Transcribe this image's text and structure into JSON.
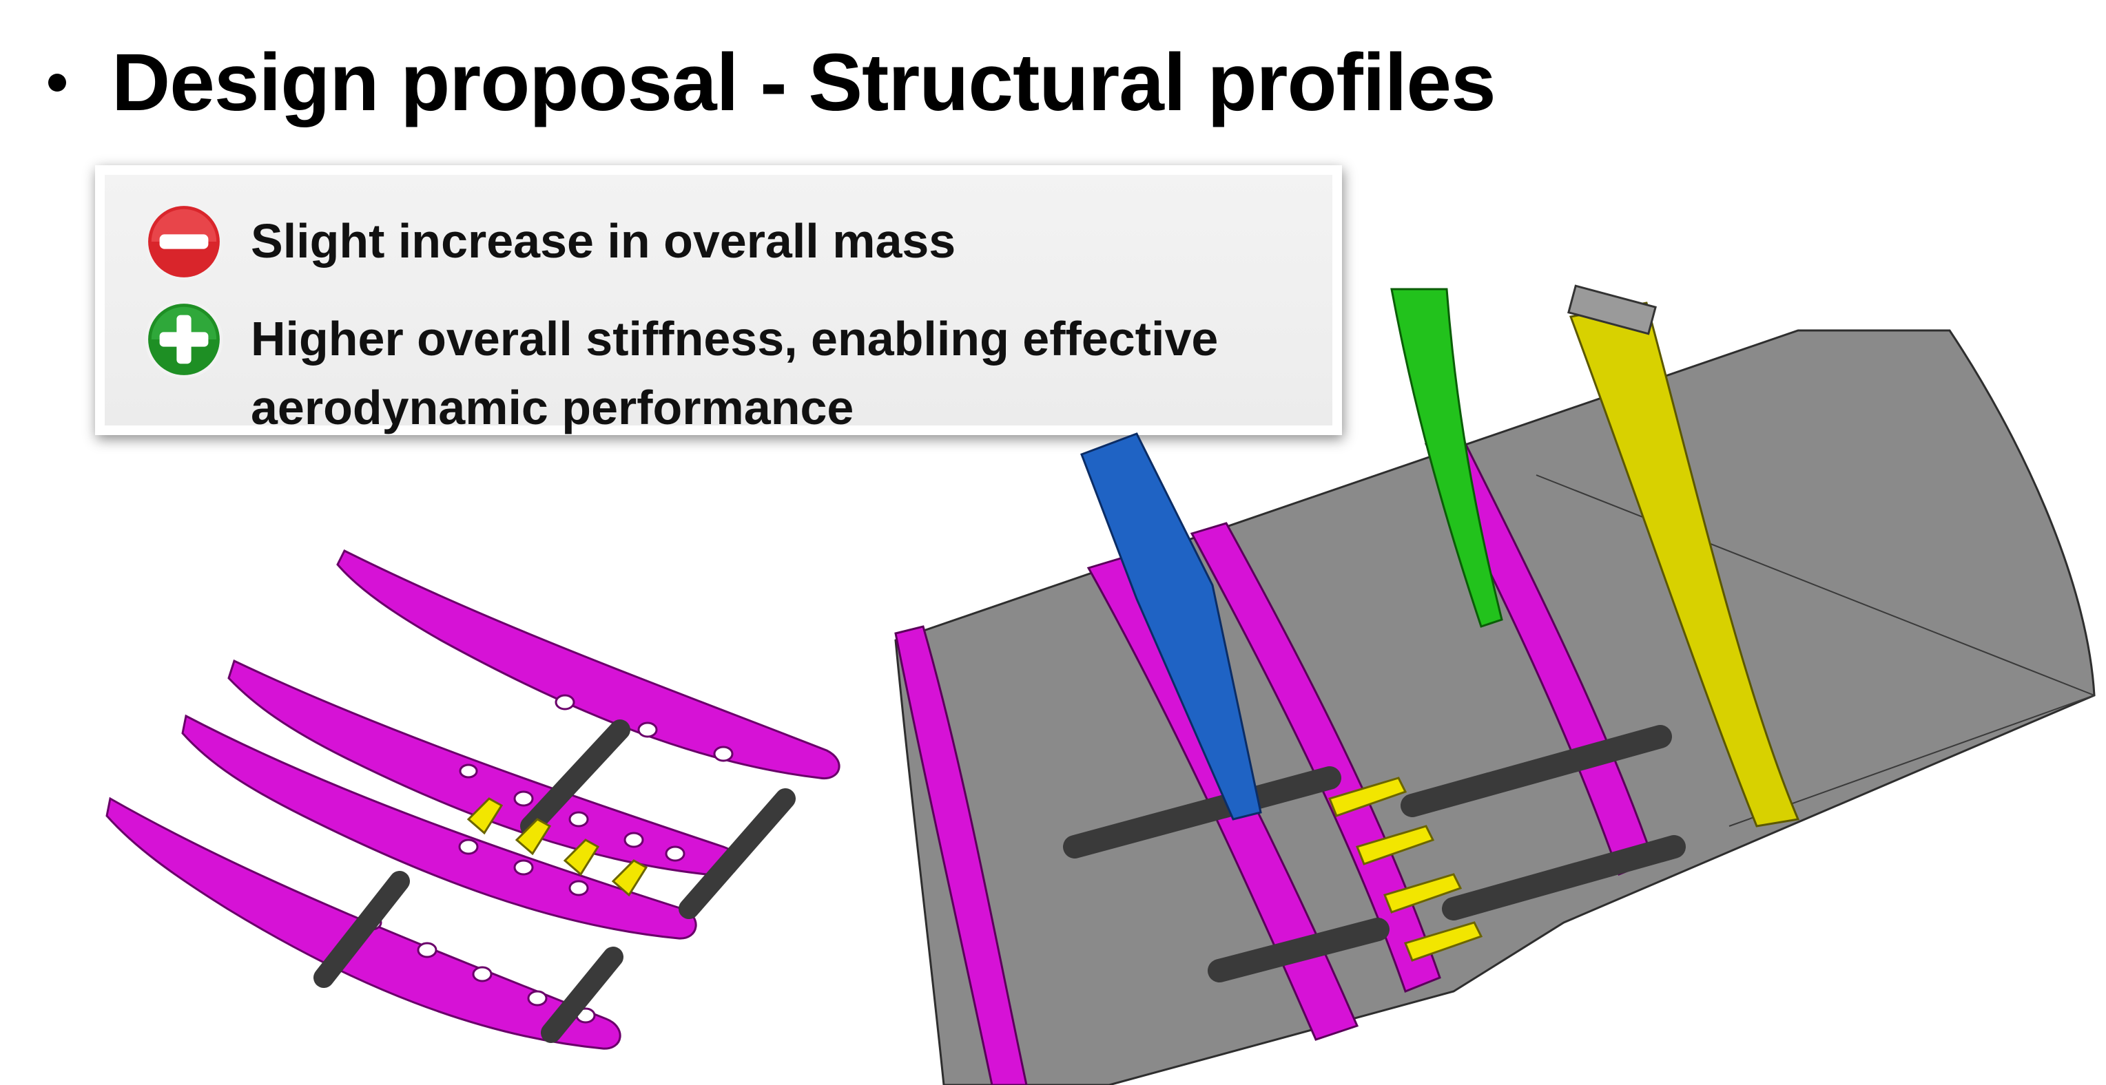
{
  "slide": {
    "title": "Design proposal - Structural profiles"
  },
  "callout": {
    "drawback": {
      "icon": "minus-circle-icon",
      "text": "Slight increase in overall mass",
      "color": "#d9252b"
    },
    "benefit": {
      "icon": "plus-circle-icon",
      "text": "Higher overall stiffness, enabling effective aerodynamic performance",
      "color": "#1e8f24"
    }
  },
  "colors": {
    "rib": "#d612d6",
    "spar_tube": "#3a3a3a",
    "stiffener": "#f2e600",
    "skin": "#8a8a8a",
    "blue_part": "#1f63c4",
    "green_part": "#22c21c",
    "yellow_panel": "#d8d100"
  }
}
